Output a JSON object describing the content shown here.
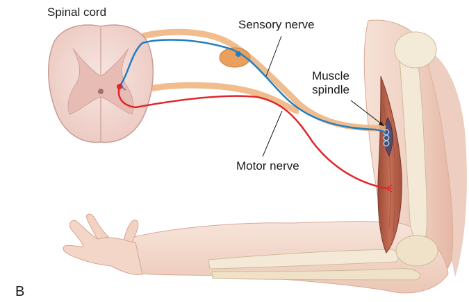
{
  "labels": {
    "spinal_cord": "Spinal cord",
    "sensory_nerve": "Sensory nerve",
    "muscle_spindle_line1": "Muscle",
    "muscle_spindle_line2": "spindle",
    "motor_nerve": "Motor nerve",
    "panel": "B"
  },
  "colors": {
    "sensory_nerve": "#1f7fc4",
    "motor_nerve": "#e0262a",
    "nerve_sheath": "#e9a66a",
    "spinal_cord_white": "#f3dcd6",
    "spinal_cord_gray": "#e4b9b3",
    "skin": "#f3d9cc",
    "muscle": "#b5604a",
    "bone": "#f1e7d3"
  }
}
